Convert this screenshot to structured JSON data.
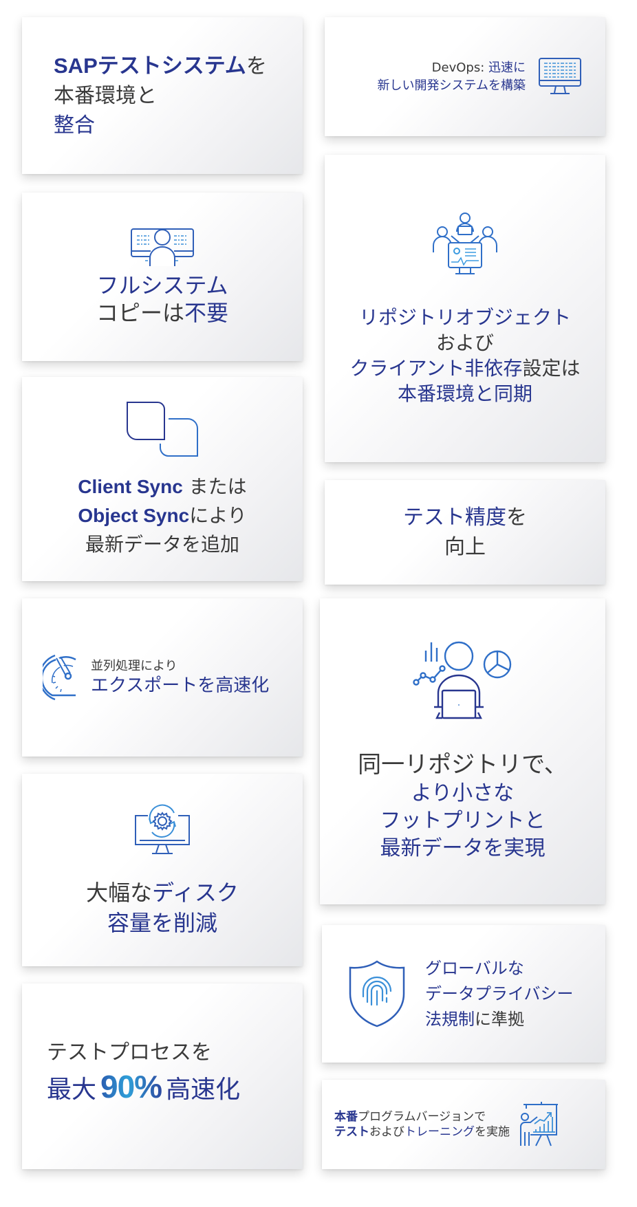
{
  "colors": {
    "accent_blue": "#28368f",
    "icon_blue": "#2f7fd0",
    "text_dark": "#3a3a3a",
    "percent_gradient": [
      "#2a5db0",
      "#2f9fd8",
      "#2d4aa0"
    ]
  },
  "cards": {
    "align_test_systems": {
      "line1_blue": "SAPテストシステム",
      "line1_dark": "を",
      "line2": "本番環境と",
      "line3": "整合"
    },
    "devops": {
      "icon": "monitor-code-icon",
      "line1_dark": "DevOps:",
      "line1_blue": " 迅速に",
      "line2": "新しい開発システムを構築"
    },
    "no_full_copy": {
      "icon": "user-monitors-icon",
      "line1": "フルシステム",
      "line2_dark": "コピーは",
      "line2_blue": "不要"
    },
    "repository_sync": {
      "icon": "team-meeting-dashboard-icon",
      "line1": "リポジトリオブジェクト",
      "line2": "および",
      "line3_blue": "クライアント非依存",
      "line3_dark": "設定は",
      "line4": "本番環境と同期"
    },
    "client_object_sync": {
      "icon": "overlapping-squares-icon",
      "line1_blue": "Client Sync",
      "line1_dark": " または",
      "line2_blue": "Object Sync",
      "line2_dark": "により",
      "line3": "最新データを追加"
    },
    "test_accuracy": {
      "line1_blue": "テスト精度",
      "line1_dark": "を",
      "line2": "向上"
    },
    "parallel_export": {
      "icon": "speedometer-icon",
      "line1": "並列処理により",
      "line2": "エクスポートを高速化"
    },
    "same_repository": {
      "icon": "analyst-laptop-charts-icon",
      "line1": "同一リポジトリで、",
      "line2": "より小さな",
      "line3": "フットプリントと",
      "line4": "最新データを実現"
    },
    "disk_reduction": {
      "icon": "monitor-gear-sync-icon",
      "line1_dark": "大幅な",
      "line1_blue": "ディスク",
      "line2": "容量を削減"
    },
    "test_speedup": {
      "line1": "テストプロセスを",
      "line2_prefix": "最大",
      "line2_percent": "90%",
      "line2_suffix": "高速化"
    },
    "privacy_compliance": {
      "icon": "shield-fingerprint-icon",
      "line1": "グローバルな",
      "line2": "データプライバシー",
      "line3_blue": "法規制",
      "line3_dark": "に準拠"
    },
    "production_training": {
      "icon": "presentation-chart-icon",
      "line1_blue": "本番",
      "line1_dark": "プログラムバージョンで",
      "line2_blue1": "テスト",
      "line2_dark1": "および",
      "line2_blue2": "トレーニング",
      "line2_dark2": "を実施"
    }
  }
}
